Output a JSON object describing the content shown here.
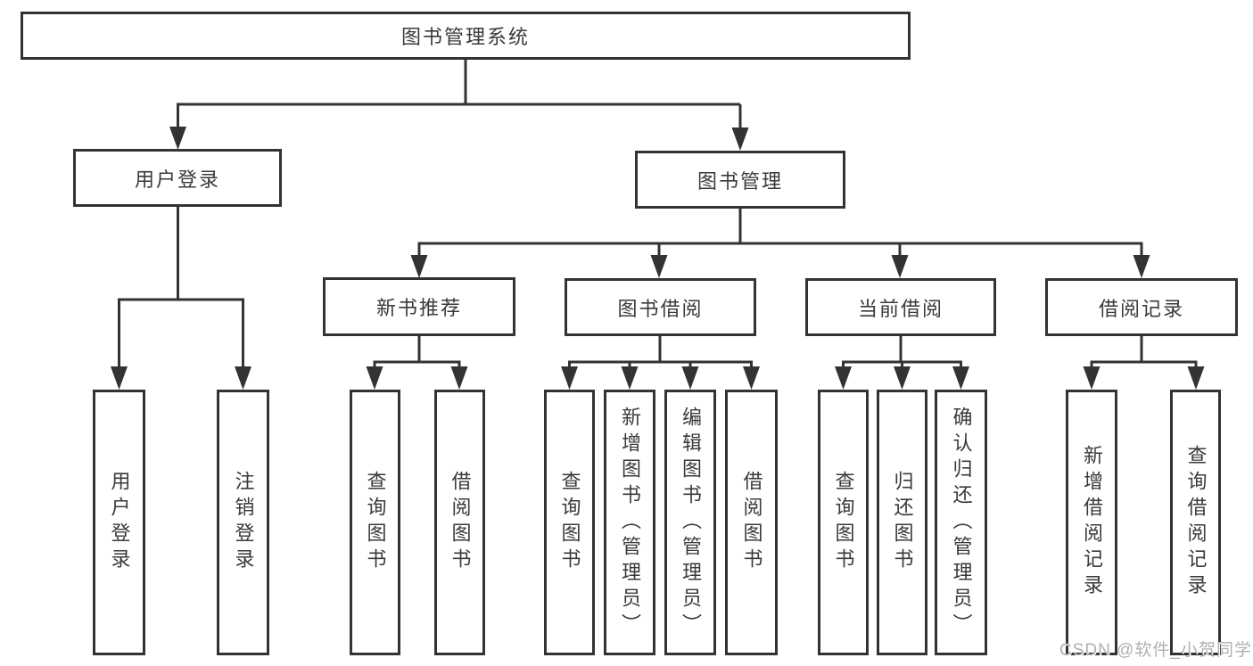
{
  "tree": {
    "root": {
      "label": "图书管理系统"
    },
    "branches": [
      {
        "label": "用户登录",
        "children": [
          {
            "label": "用户登录"
          },
          {
            "label": "注销登录"
          }
        ]
      },
      {
        "label": "图书管理",
        "children": [
          {
            "label": "新书推荐",
            "children": [
              {
                "label": "查询图书"
              },
              {
                "label": "借阅图书"
              }
            ]
          },
          {
            "label": "图书借阅",
            "children": [
              {
                "label": "查询图书"
              },
              {
                "label": "新增图书（管理员）"
              },
              {
                "label": "编辑图书（管理员）"
              },
              {
                "label": "借阅图书"
              }
            ]
          },
          {
            "label": "当前借阅",
            "children": [
              {
                "label": "查询图书"
              },
              {
                "label": "归还图书"
              },
              {
                "label": "确认归还（管理员）"
              }
            ]
          },
          {
            "label": "借阅记录",
            "children": [
              {
                "label": "新增借阅记录"
              },
              {
                "label": "查询借阅记录"
              }
            ]
          }
        ]
      }
    ]
  },
  "watermark": "CSDN @软件_小贺同学",
  "colors": {
    "line": "#333333",
    "text": "#3a3a3a",
    "watermark": "#b0b0b0",
    "background": "#ffffff"
  }
}
